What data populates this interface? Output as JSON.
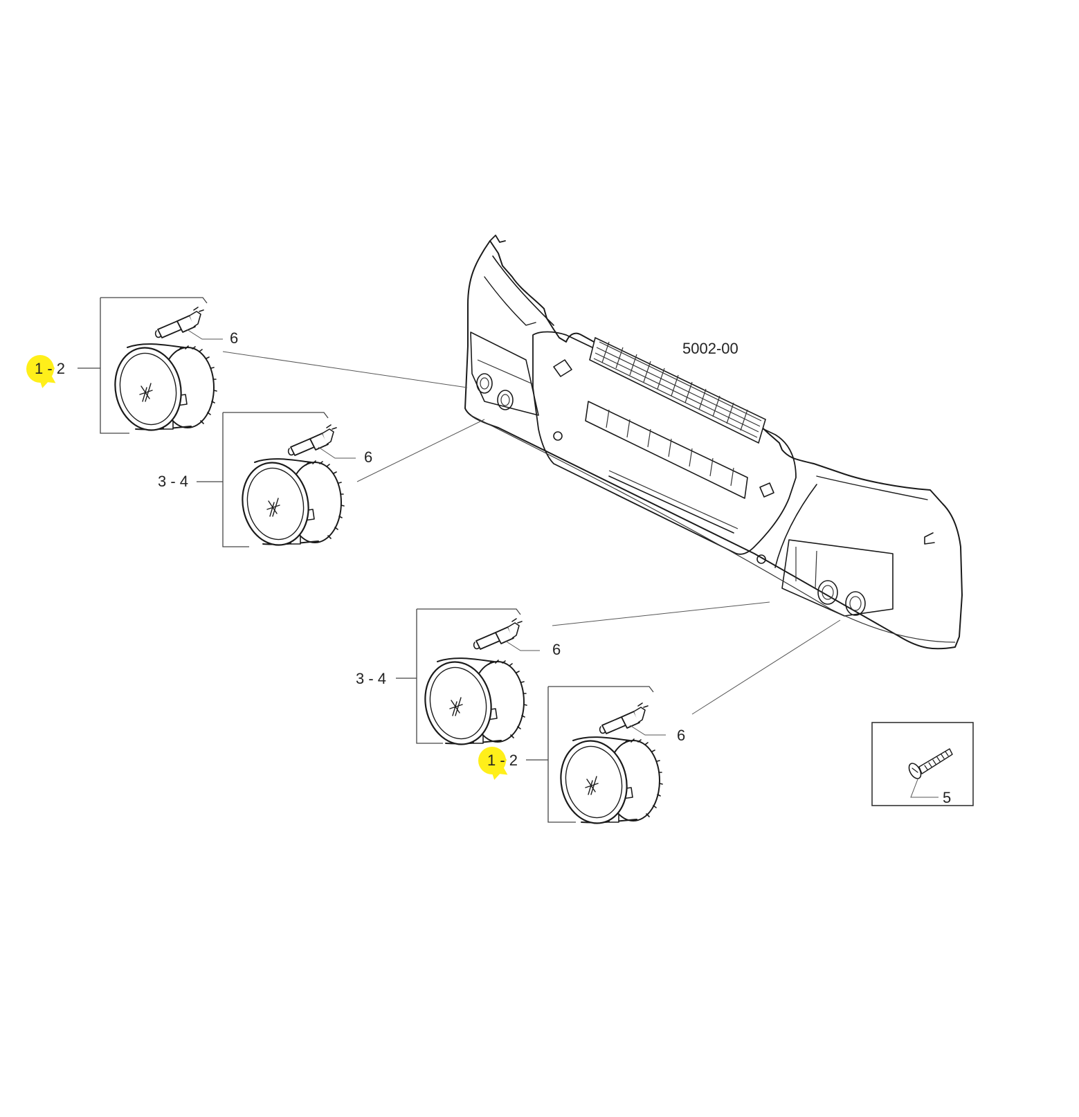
{
  "diagram": {
    "assembly_code": "5002-00",
    "highlight_color": "#ffef1a",
    "line_color": "#1a1a1a",
    "callouts": [
      {
        "id": "c1",
        "label": "1 - 2",
        "highlighted_part": "1"
      },
      {
        "id": "c2",
        "label": "6"
      },
      {
        "id": "c3",
        "label": "3 - 4"
      },
      {
        "id": "c4",
        "label": "6"
      },
      {
        "id": "c5",
        "label": "3 - 4"
      },
      {
        "id": "c6",
        "label": "6"
      },
      {
        "id": "c7",
        "label": "1 - 2",
        "highlighted_part": "1"
      },
      {
        "id": "c8",
        "label": "6"
      },
      {
        "id": "c9",
        "label": "5"
      }
    ]
  }
}
